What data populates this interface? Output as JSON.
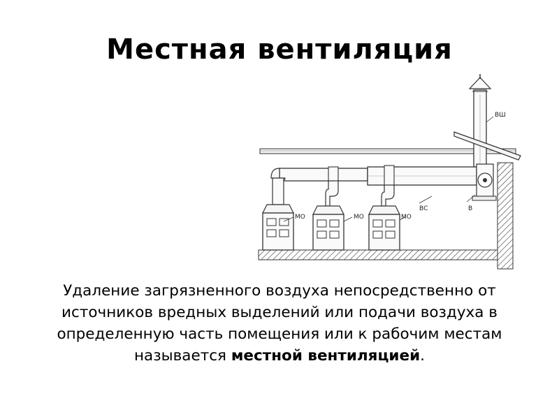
{
  "slide": {
    "title": "Местная вентиляция",
    "description_plain": "Удаление загрязненного воздуха непосредственно от источников вредных выделений или подачи воздуха в определенную часть помещения или к рабочим местам называется ",
    "description_bold": "местной вентиляцией",
    "description_end": "."
  },
  "diagram": {
    "labels": {
      "shaft": "ВШ",
      "duct": "ВС",
      "fan": "В",
      "source_1": "МО",
      "source_2": "МО",
      "source_3": "МО"
    }
  }
}
